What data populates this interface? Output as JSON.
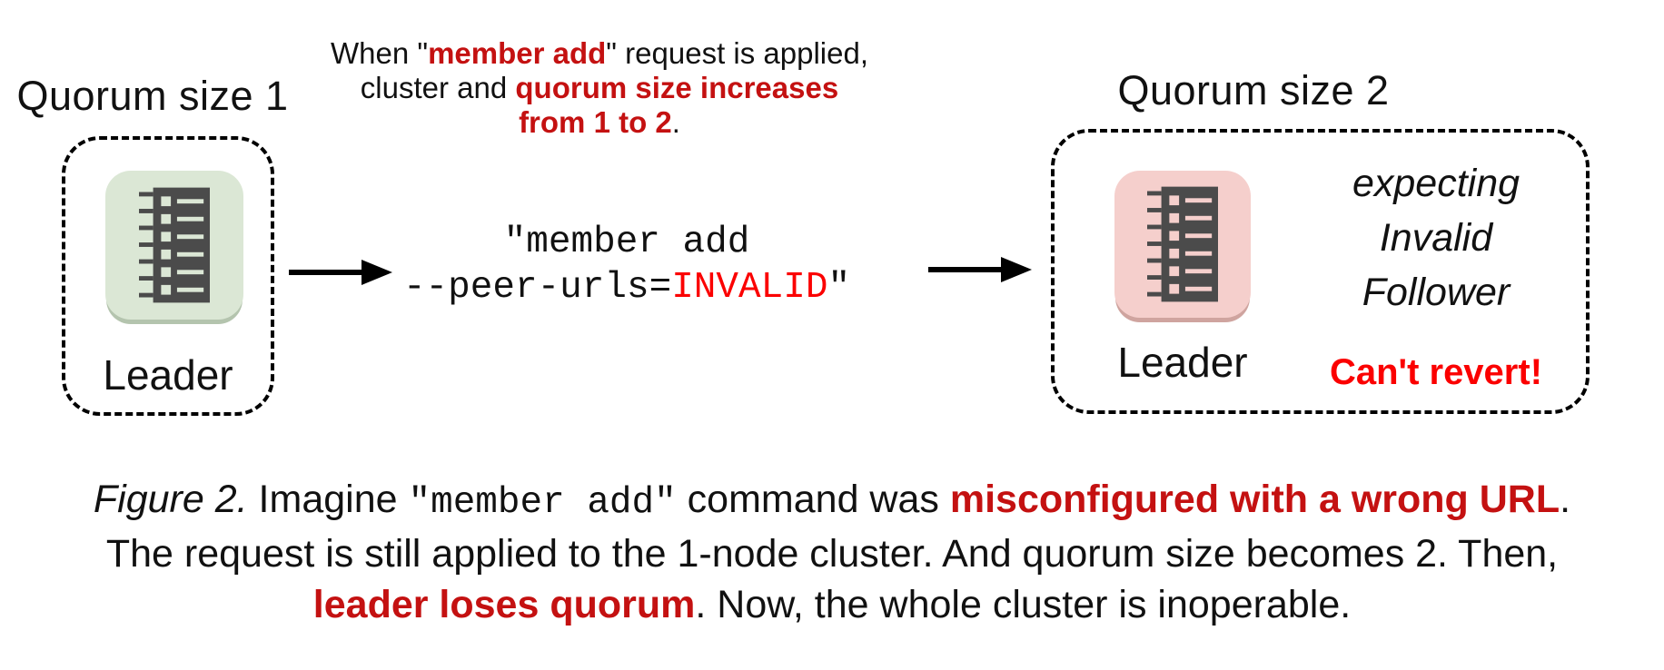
{
  "left_group": {
    "label": "Quorum size 1",
    "node_label": "Leader",
    "node_icon": "server-log-icon",
    "node_color": "#dbe7d5"
  },
  "annotation": {
    "l1a": "When \"",
    "l1b": "member add",
    "l1c": "\" request is applied,",
    "l2a": "cluster and ",
    "l2b": "quorum size increases",
    "l3a": "from 1 to 2",
    "l3b": "."
  },
  "command": {
    "line1": "\"member add",
    "l2a": "--peer-urls=",
    "l2b": "INVALID",
    "l2c": "\""
  },
  "right_group": {
    "label": "Quorum size 2",
    "node_label": "Leader",
    "node_icon": "server-log-icon",
    "node_color": "#f5cfcc",
    "expecting_line1": "expecting",
    "expecting_line2": "Invalid",
    "expecting_line3": "Follower",
    "warning": "Can't revert!"
  },
  "caption": {
    "fig": "Figure 2.",
    "c1a": " Imagine ",
    "c1b": "\"member add\"",
    "c1c": " command was ",
    "c1d": "misconfigured with a wrong URL",
    "c1e": ".",
    "c2": "The request is still applied to the 1-node cluster. And quorum size becomes 2. Then,",
    "c3a": "leader loses quorum",
    "c3b": ". Now, the whole cluster is inoperable."
  },
  "colors": {
    "emphasis_red": "#c41111",
    "alert_red": "#fb0000",
    "leader_ok_green": "#dbe7d5",
    "leader_bad_pink": "#f5cfcc",
    "icon_dark": "#4b4b4b"
  }
}
